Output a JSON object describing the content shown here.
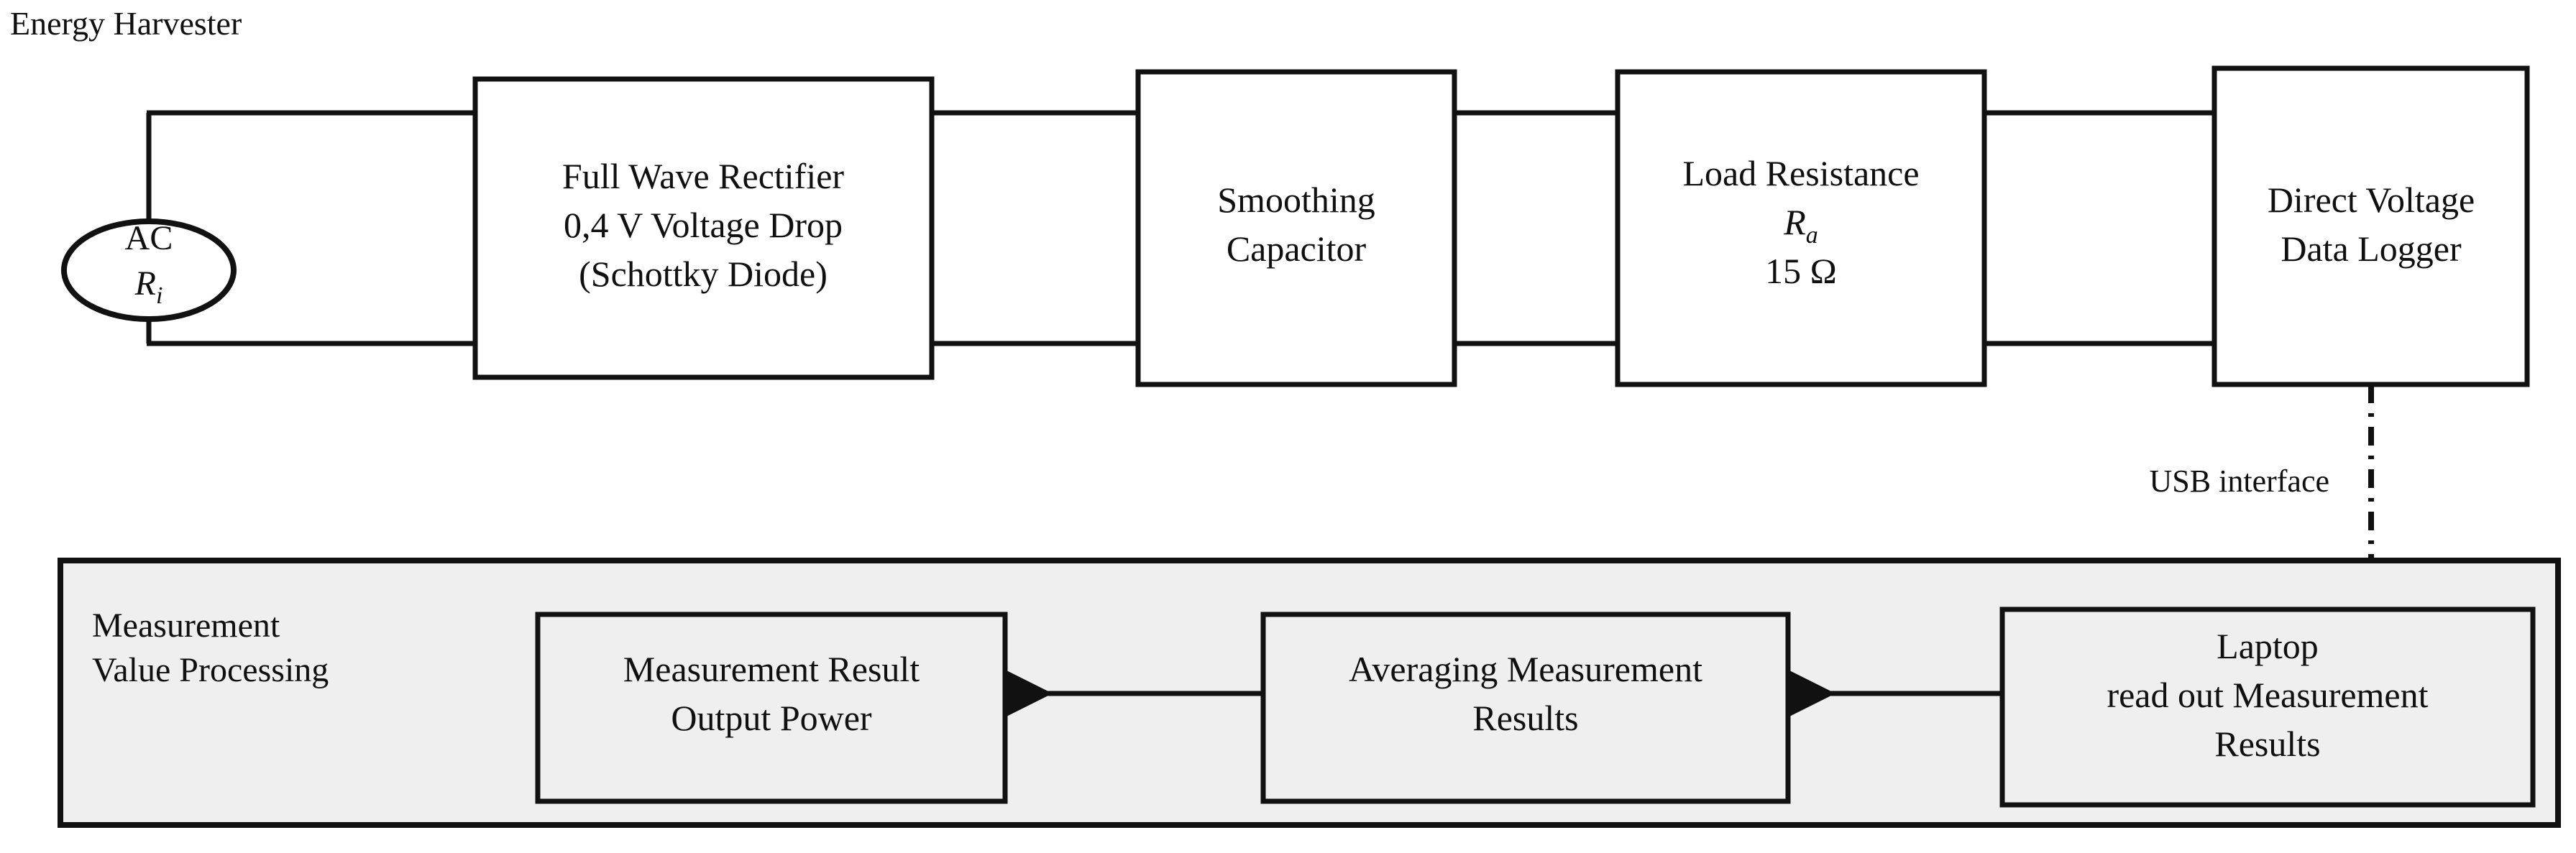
{
  "diagram": {
    "title": "Energy Harvester",
    "panel_label_lines": [
      "Measurement",
      "Value Processing"
    ],
    "usb_link_label": "USB interface",
    "source": {
      "name": "ac-source",
      "line1": "AC",
      "symbol": "R",
      "subscript": "i"
    },
    "top_blocks": [
      {
        "name": "full-wave-rectifier",
        "lines": [
          "Full Wave Rectifier",
          "0,4 V Voltage Drop",
          "(Schottky Diode)"
        ]
      },
      {
        "name": "smoothing-capacitor",
        "lines": [
          "Smoothing",
          "Capacitor"
        ]
      },
      {
        "name": "load-resistance",
        "lines": [
          "Load Resistance"
        ],
        "symbol": "R",
        "subscript": "a",
        "value": "15 Ω"
      },
      {
        "name": "direct-voltage-data-logger",
        "lines": [
          "Direct Voltage",
          "Data Logger"
        ]
      }
    ],
    "bottom_blocks": [
      {
        "name": "measurement-result-output-power",
        "lines": [
          "Measurement Result",
          "Output Power"
        ]
      },
      {
        "name": "averaging-measurement-results",
        "lines": [
          "Averaging Measurement",
          "Results"
        ]
      },
      {
        "name": "laptop-read-out-measurement-results",
        "lines": [
          "Laptop",
          "read out Measurement",
          "Results"
        ]
      }
    ],
    "colors": {
      "stroke": "#111111",
      "box_fill": "#ffffff",
      "panel_fill": "#efefef",
      "text": "#101010",
      "background": "#ffffff"
    }
  }
}
